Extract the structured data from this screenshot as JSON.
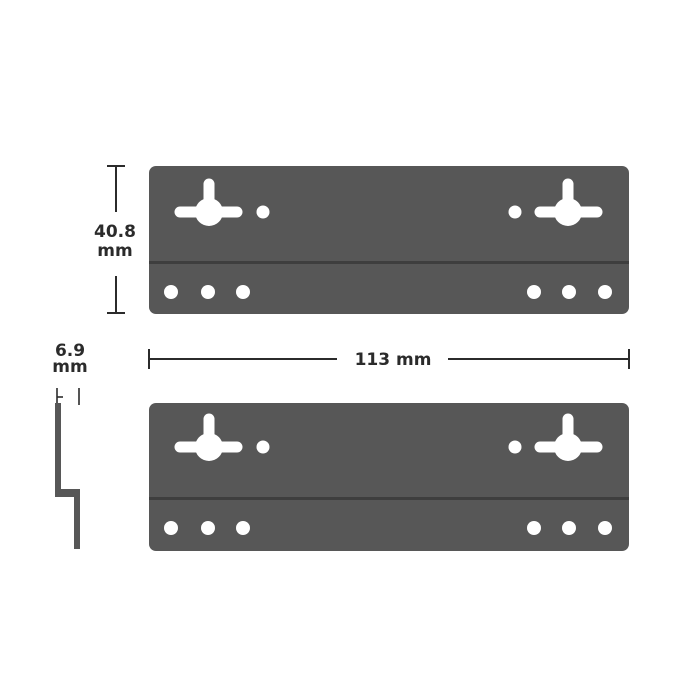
{
  "dimensions": {
    "height_value": "40.8",
    "height_unit": "mm",
    "depth_value": "6.9",
    "depth_unit": "mm",
    "width_label": "113 mm"
  },
  "colors": {
    "plate": "#575757",
    "plate_crease": "#3e3e3e",
    "dimension_line": "#2b2b2b",
    "hole": "#ffffff"
  }
}
